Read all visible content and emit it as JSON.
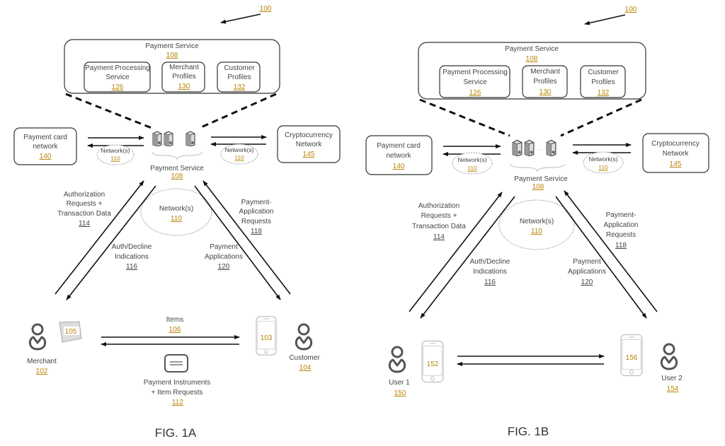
{
  "figures": [
    {
      "id": "fig1a",
      "caption": "FIG. 1A",
      "ref_system": "100",
      "payment_service_box": {
        "title": "Payment Service",
        "ref": "108",
        "components": [
          {
            "line1": "Payment Processing",
            "line2": "Service",
            "ref": "126"
          },
          {
            "line1": "Merchant",
            "line2": "Profiles",
            "ref": "130"
          },
          {
            "line1": "Customer",
            "line2": "Profiles",
            "ref": "132"
          }
        ]
      },
      "payment_card_network": {
        "line1": "Payment card",
        "line2": "network",
        "ref": "140"
      },
      "crypto_network": {
        "line1": "Cryptocurrency",
        "line2": "Network",
        "ref": "145"
      },
      "side_network_label": "Network(s)",
      "side_network_ref": "110",
      "servers_label": "Payment Service",
      "servers_ref": "108",
      "center_network_label": "Network(s)",
      "center_network_ref": "110",
      "auth_requests": {
        "line1": "Authorization",
        "line2": "Requests +",
        "line3": "Transaction Data",
        "ref": "114"
      },
      "auth_decline": {
        "line1": "Auth/Decline",
        "line2": "Indications",
        "ref": "116"
      },
      "payment_app_requests": {
        "line1": "Payment-",
        "line2": "Application",
        "line3": "Requests",
        "ref": "118"
      },
      "payment_apps": {
        "line1": "Payment",
        "line2": "Applications",
        "ref": "120"
      },
      "merchant": {
        "label": "Merchant",
        "ref": "102",
        "device_ref": "105"
      },
      "customer": {
        "label": "Customer",
        "ref": "104",
        "device_ref": "103"
      },
      "items": {
        "label": "Items",
        "ref": "106"
      },
      "payment_instruments": {
        "line1": "Payment Instruments",
        "line2": "+ Item Requests",
        "ref": "112"
      }
    },
    {
      "id": "fig1b",
      "caption": "FIG. 1B",
      "ref_system": "100",
      "payment_service_box": {
        "title": "Payment Service",
        "ref": "108",
        "components": [
          {
            "line1": "Payment Processing",
            "line2": "Service",
            "ref": "126"
          },
          {
            "line1": "Merchant",
            "line2": "Profiles",
            "ref": "130"
          },
          {
            "line1": "Customer",
            "line2": "Profiles",
            "ref": "132"
          }
        ]
      },
      "payment_card_network": {
        "line1": "Payment card",
        "line2": "network",
        "ref": "140"
      },
      "crypto_network": {
        "line1": "Cryptocurrency",
        "line2": "Network",
        "ref": "145"
      },
      "side_network_label": "Network(s)",
      "side_network_ref": "110",
      "servers_label": "Payment Service",
      "servers_ref": "108",
      "center_network_label": "Network(s)",
      "center_network_ref": "110",
      "auth_requests": {
        "line1": "Authorization",
        "line2": "Requests +",
        "line3": "Transaction Data",
        "ref": "114"
      },
      "auth_decline": {
        "line1": "Auth/Decline",
        "line2": "Indications",
        "ref": "116"
      },
      "payment_app_requests": {
        "line1": "Payment-",
        "line2": "Application",
        "line3": "Requests",
        "ref": "118"
      },
      "payment_apps": {
        "line1": "Payment",
        "line2": "Applications",
        "ref": "120"
      },
      "user1": {
        "label": "User 1",
        "ref": "150",
        "device_ref": "152"
      },
      "user2": {
        "label": "User 2",
        "ref": "154",
        "device_ref": "156"
      }
    }
  ],
  "colors": {
    "ref_number": "#b8860b",
    "line": "#111111",
    "text": "#444444"
  }
}
